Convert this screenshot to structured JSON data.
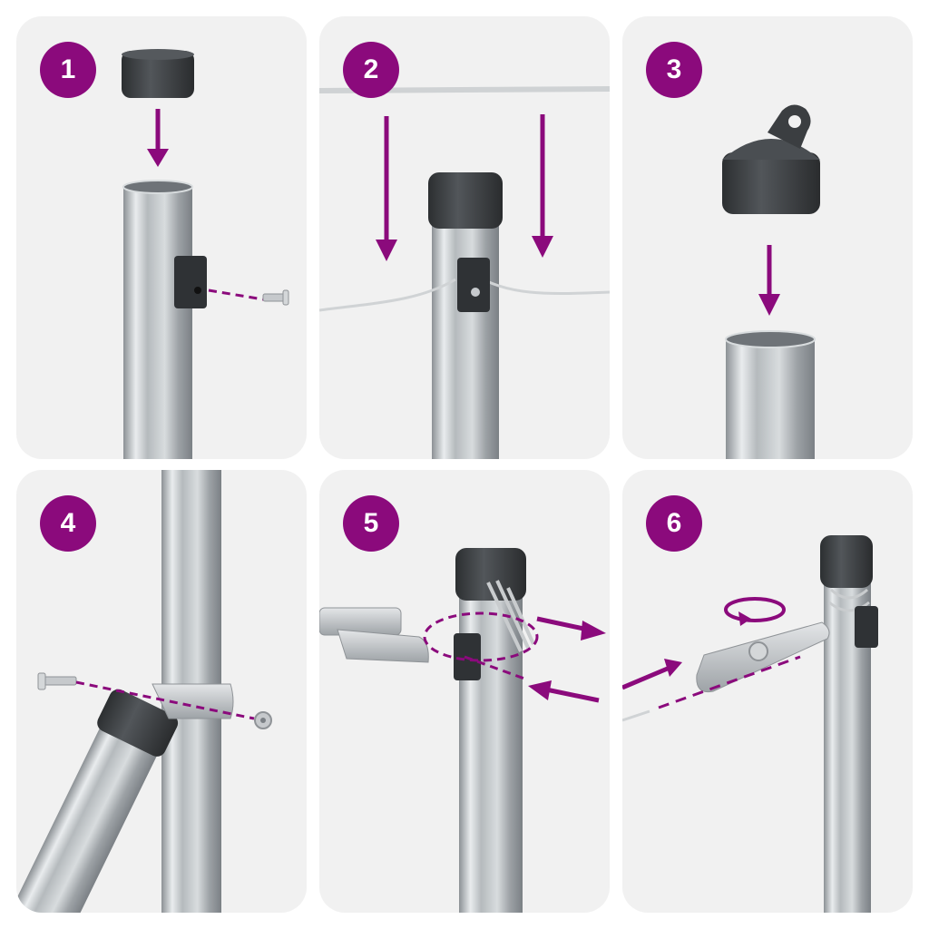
{
  "steps": [
    {
      "number": "1"
    },
    {
      "number": "2"
    },
    {
      "number": "3"
    },
    {
      "number": "4"
    },
    {
      "number": "5"
    },
    {
      "number": "6"
    }
  ],
  "colors": {
    "accent": "#8b0a7c",
    "panel_background": "#f1f1f1",
    "cap": "#404346",
    "pole": "#b9bdc0"
  }
}
